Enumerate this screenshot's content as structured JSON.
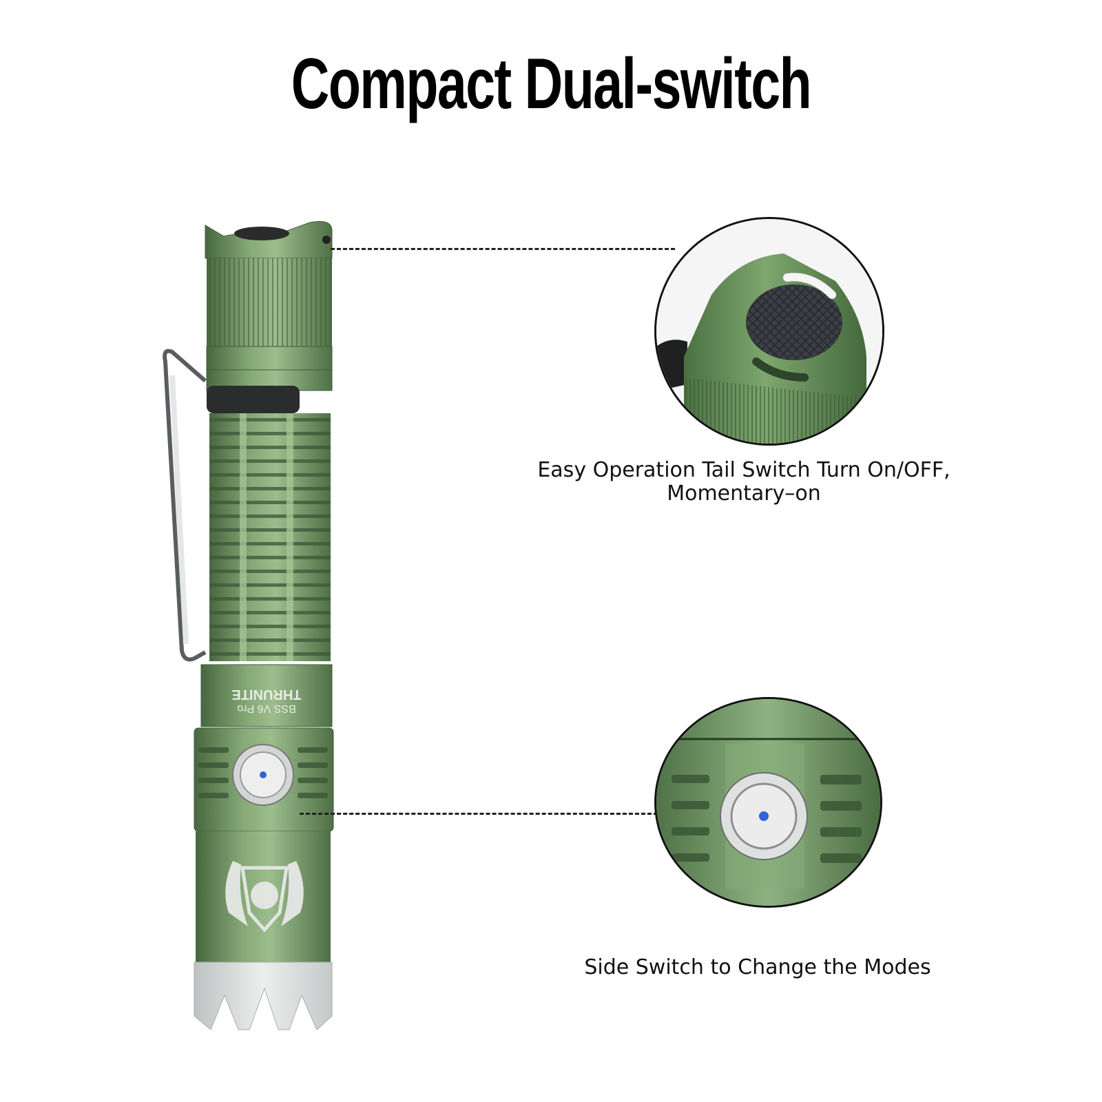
{
  "header": {
    "title": "Compact Dual-switch"
  },
  "product": {
    "brand_engraving": "THRUNITE",
    "model_engraving": "BSS V6 Pro",
    "body_color": "#6f9462",
    "body_shadow_color": "#3f5c39",
    "body_highlight_color": "#9fc08f",
    "bezel_color": "#d9dbdb",
    "clip_color": "#5a5d60",
    "switch_indicator_color": "#2f63d6"
  },
  "callouts": [
    {
      "id": "tail-switch",
      "icon": "tail-switch-closeup",
      "caption_line1": "Easy Operation Tail Switch Turn On/OFF,",
      "caption_line2": "Momentary–on"
    },
    {
      "id": "side-switch",
      "icon": "side-switch-closeup",
      "caption_line1": "Side Switch to Change the Modes"
    }
  ]
}
